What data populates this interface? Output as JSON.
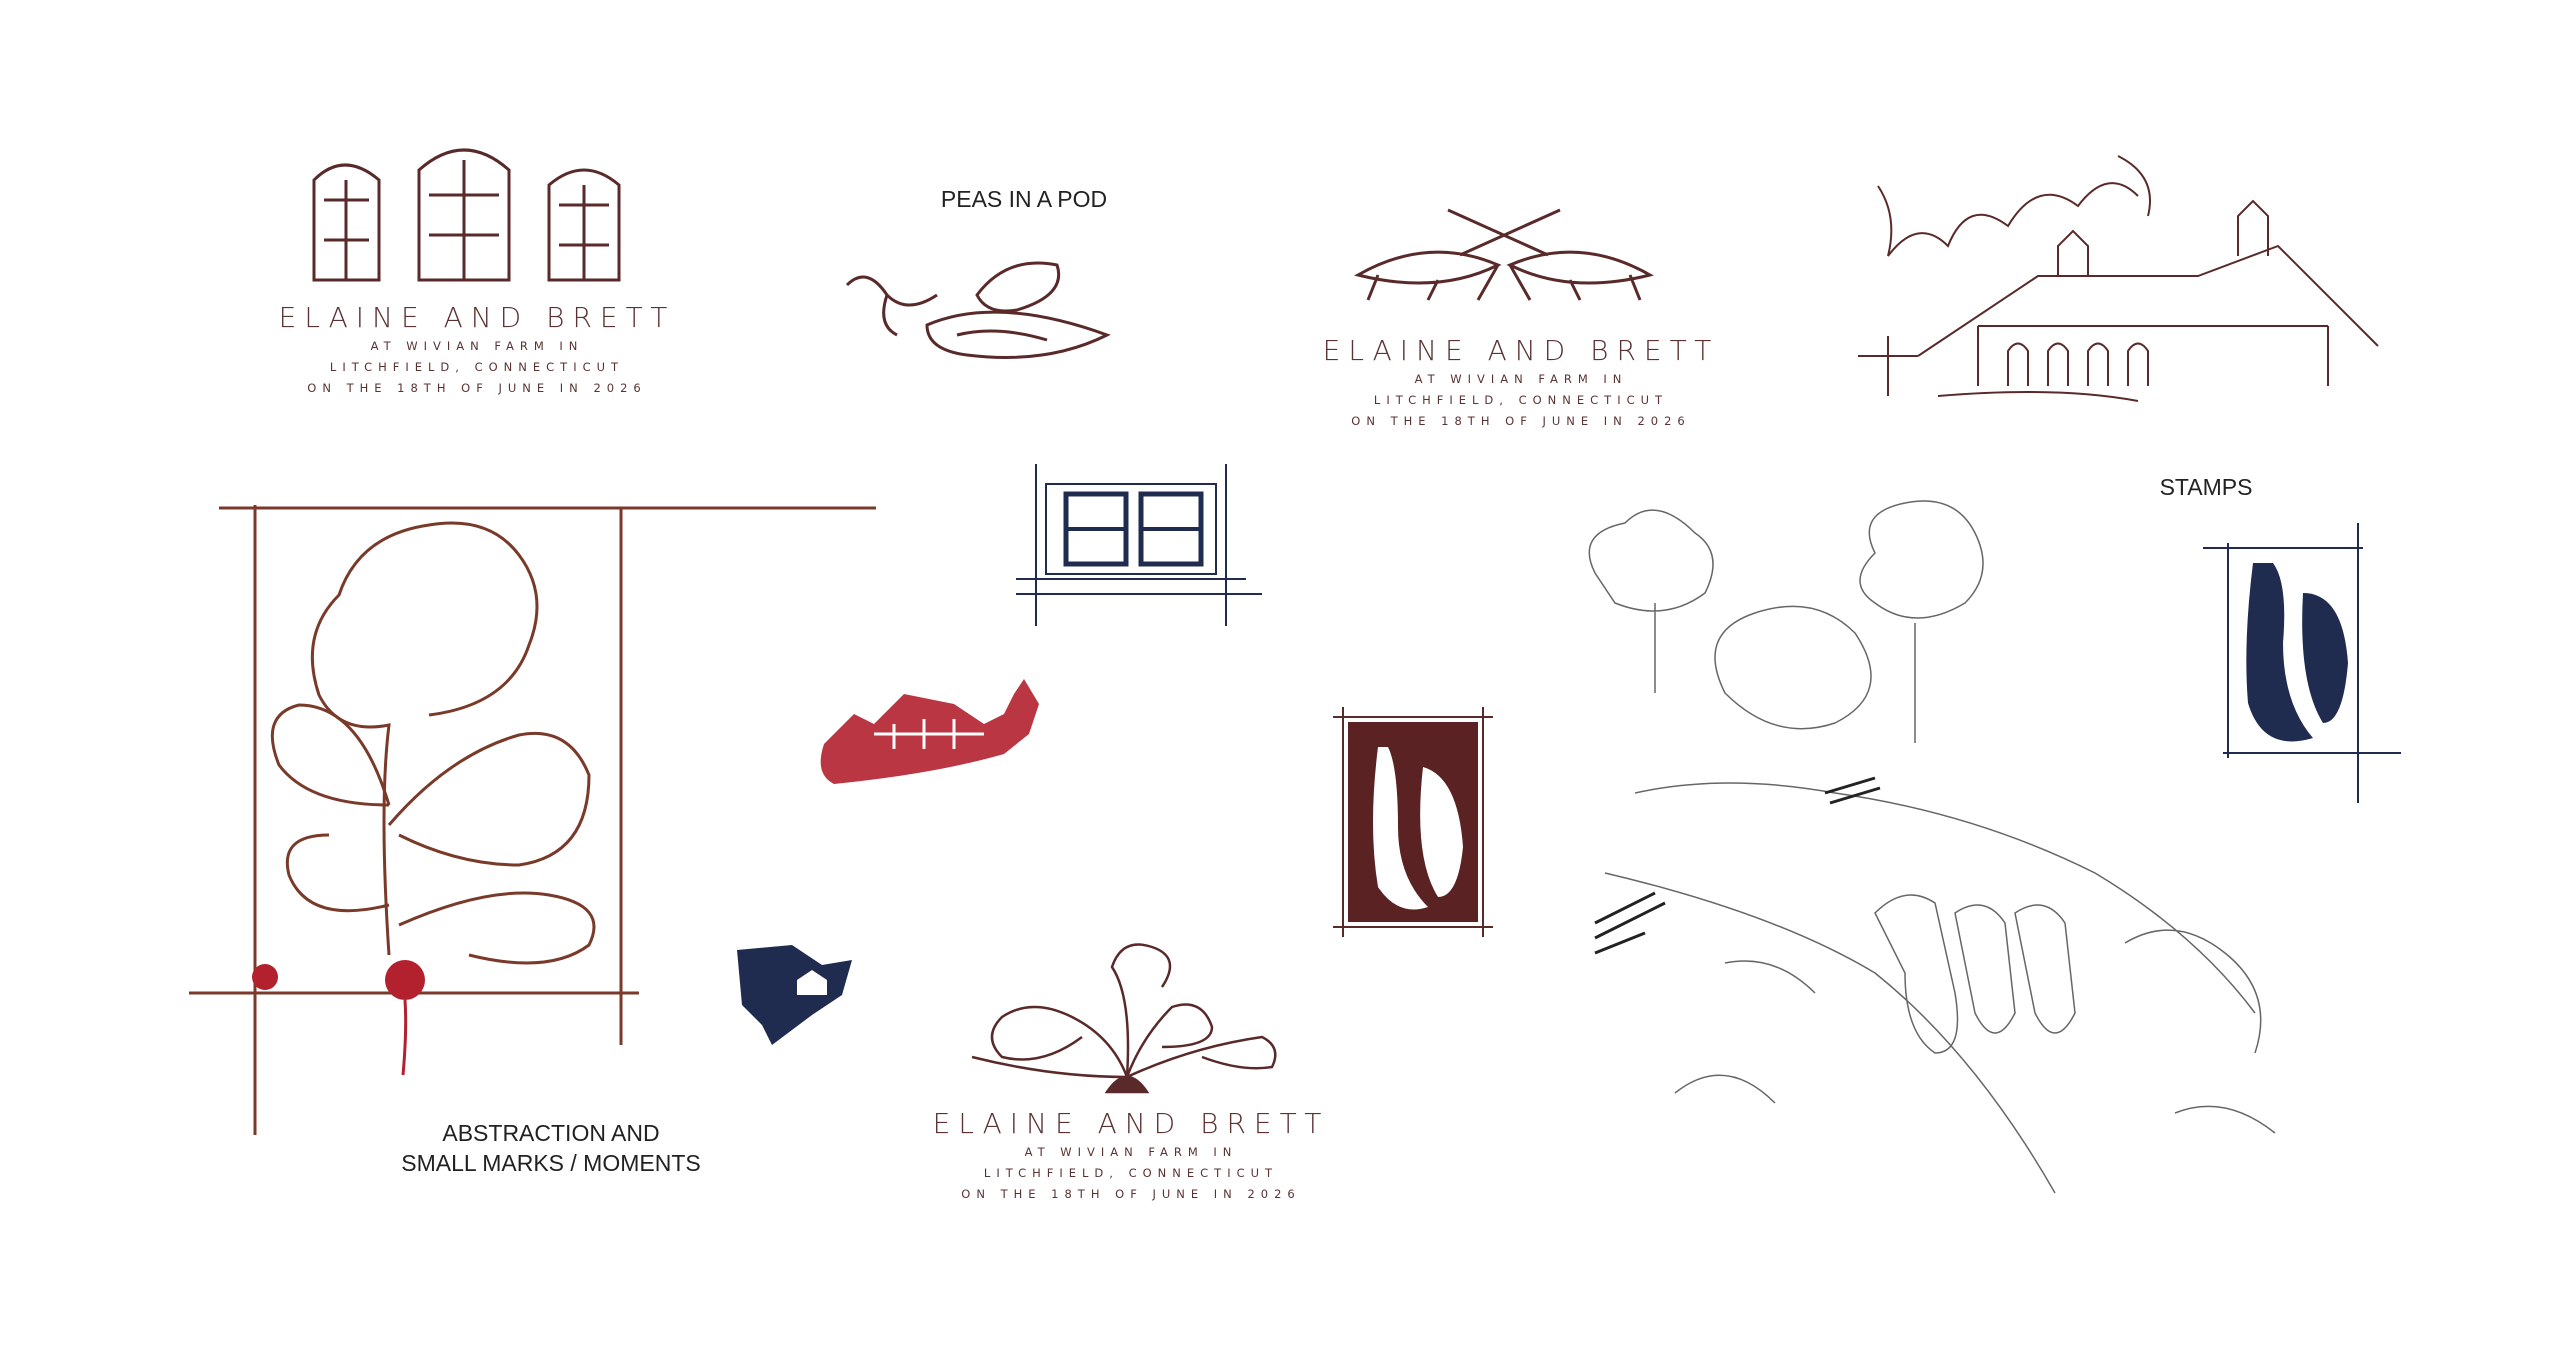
{
  "colors": {
    "maroon": "#5a2a2a",
    "red": "#b3202e",
    "navy": "#1f2c4f",
    "pencil": "#555555"
  },
  "lockups": [
    {
      "title": "ELAINE AND BRETT",
      "line1": "AT   WIVIAN FARM   IN",
      "line2": "LITCHFIELD,   CONNECTICUT",
      "line3": "ON   THE   18TH   OF   JUNE   IN   2026"
    },
    {
      "title": "ELAINE AND BRETT",
      "line1": "AT   WIVIAN FARM   IN",
      "line2": "LITCHFIELD,   CONNECTICUT",
      "line3": "ON   THE   18TH   OF   JUNE   IN   2026"
    },
    {
      "title": "ELAINE AND BRETT",
      "line1": "AT   WIVIAN FARM   IN",
      "line2": "LITCHFIELD,   CONNECTICUT",
      "line3": "ON   THE   18TH   OF   JUNE   IN   2026"
    }
  ],
  "labels": {
    "peas": "PEAS IN A POD",
    "stamps": "STAMPS",
    "abstraction_1": "ABSTRACTION AND",
    "abstraction_2": "SMALL MARKS / MOMENTS"
  }
}
